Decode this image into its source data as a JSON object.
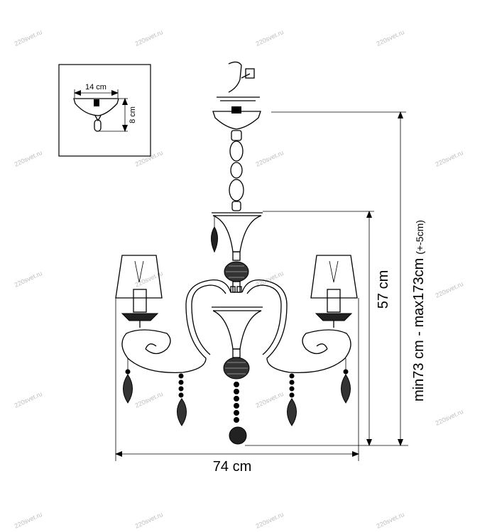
{
  "inset": {
    "width_label": "14 cm",
    "height_label": "8 cm"
  },
  "dimensions": {
    "width_label": "74 cm",
    "body_height_label": "57 cm",
    "total_height_label": "min73 cm - max173cm",
    "tolerance_label": "(+-5cm)"
  },
  "watermark": "220svet.ru"
}
